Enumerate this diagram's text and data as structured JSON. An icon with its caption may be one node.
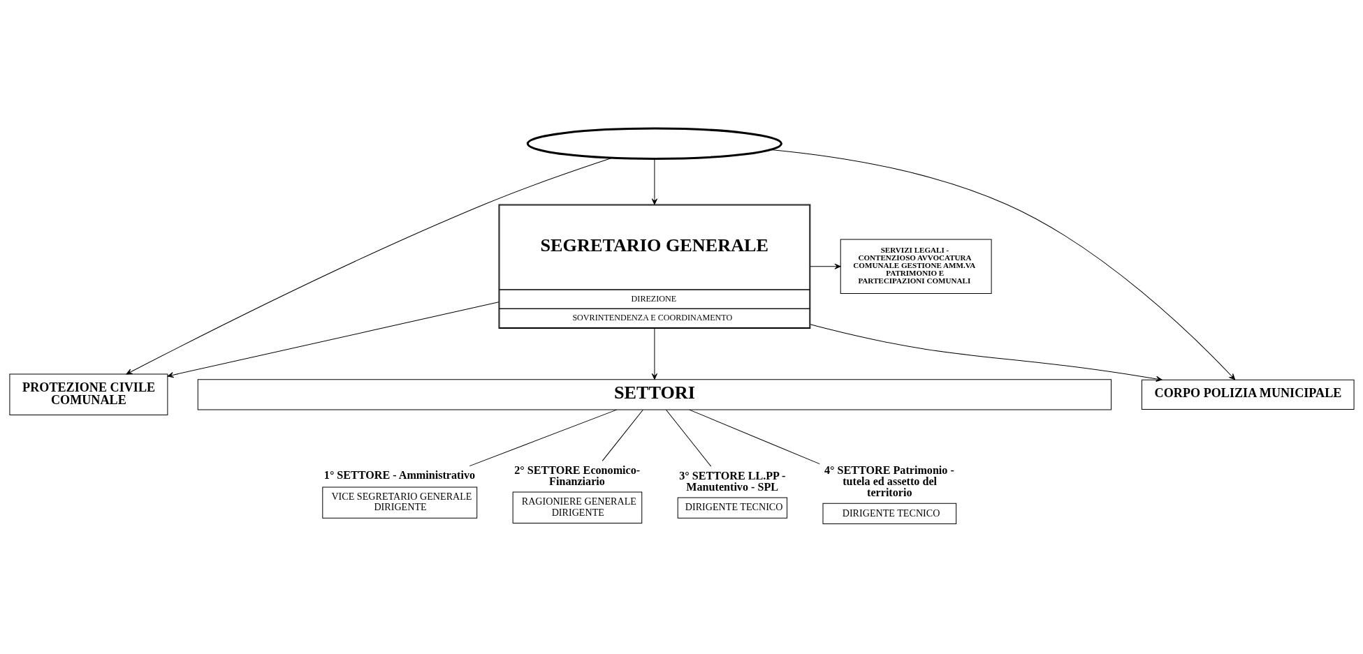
{
  "diagram": {
    "nodes": [
      {
        "text": [],
        "shape": "ellipse"
      },
      {
        "text": [
          "SEGRETARIO GENERALE",
          "DIREZIONE",
          "SOVRINTENDENZA E COORDINAMENTO"
        ]
      },
      {
        "text": [
          "SERVIZI LEGALI - CONTENZIOSO AVVOCATURA COMUNALE GESTIONE AMM.VA PATRIMONIO E PARTECIPAZIONI COMUNALI"
        ]
      },
      {
        "text": [
          "PROTEZIONE CIVILE COMUNALE"
        ]
      },
      {
        "text": [
          "CORPO POLIZIA MUNICIPALE"
        ]
      },
      {
        "text": [
          "SETTORI"
        ]
      },
      {
        "text": [
          "1° SETTORE - Amministrativo",
          "VICE SEGRETARIO GENERALE DIRIGENTE"
        ]
      },
      {
        "text": [
          "2° SETTORE Economico-Finanziario",
          "RAGIONIERE GENERALE DIRIGENTE"
        ]
      },
      {
        "text": [
          "3° SETTORE LL.PP - Manutentivo - SPL",
          "DIRIGENTE TECNICO"
        ]
      },
      {
        "text": [
          "4° SETTORE Patrimonio - tutela ed assetto del territorio",
          "DIRIGENTE TECNICO"
        ]
      }
    ],
    "edges": [
      {
        "from": 0,
        "to": 3,
        "arrow": "to"
      },
      {
        "from": 0,
        "to": 1,
        "arrow": "to"
      },
      {
        "from": 0,
        "to": 4,
        "arrow": "to"
      },
      {
        "from": 1,
        "to": 2,
        "arrow": "to"
      },
      {
        "from": 1,
        "to": 3,
        "arrow": "to"
      },
      {
        "from": 1,
        "to": 4,
        "arrow": "to"
      },
      {
        "from": 1,
        "to": 5,
        "arrow": "to"
      },
      {
        "from": 5,
        "to": 6,
        "arrow": "none"
      },
      {
        "from": 5,
        "to": 7,
        "arrow": "none"
      },
      {
        "from": 5,
        "to": 8,
        "arrow": "none"
      },
      {
        "from": 5,
        "to": 9,
        "arrow": "none"
      }
    ]
  }
}
